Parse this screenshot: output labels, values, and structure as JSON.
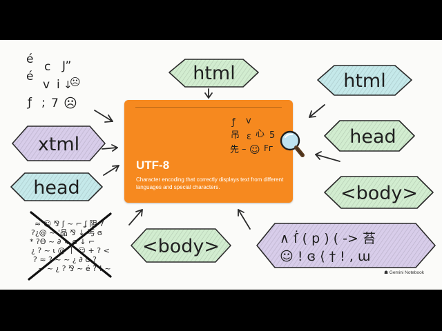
{
  "card": {
    "title": "UTF-8",
    "description": "Character encoding that correctly displays text from different languages and special characters."
  },
  "tags": [
    "html",
    "html",
    "xtml",
    "head",
    "head",
    "<body>",
    "<body>"
  ],
  "glyph_clusters": {
    "top_left": [
      "é",
      "c",
      "J”",
      "é",
      "v",
      "i",
      "↓",
      "ƒ",
      ";",
      "7",
      "☹"
    ],
    "card_inner": [
      "ƒ",
      "v",
      "吊",
      "ɛ",
      "心",
      "5",
      "先",
      "–",
      "☺",
      "Fᴦ"
    ],
    "bottom_right_line1": "∧ ẛ ( p ) ( -> 苔",
    "bottom_right_line2": "☺ ! ɞ ⟨ † ! , ɯ"
  },
  "garbled_text": [
    "≈ ☺ ⅋ ʃ ~ ⌐ ʆ 阴 7",
    "?¿@ ~ '品 ⅋ ↓ 丐 ɞ",
    "* ?Ɵ ~ ∂ ↳ ɞ ↓ ⌐",
    "¿ ? ~ ι @ 丨 ☺ + ? <",
    "? ≈ ? ~ ~ ¿ ∂ ɞ ?",
    "~ ~ ¿ ? ⅋ ~ é ? ! ~"
  ],
  "branding": "Gemini Notebook",
  "colors": {
    "card": "#f6891f",
    "tag_green": "#d2edd0",
    "tag_teal": "#c5e9ea",
    "tag_purple": "#d8cdea",
    "outline": "#2a2a2a"
  }
}
